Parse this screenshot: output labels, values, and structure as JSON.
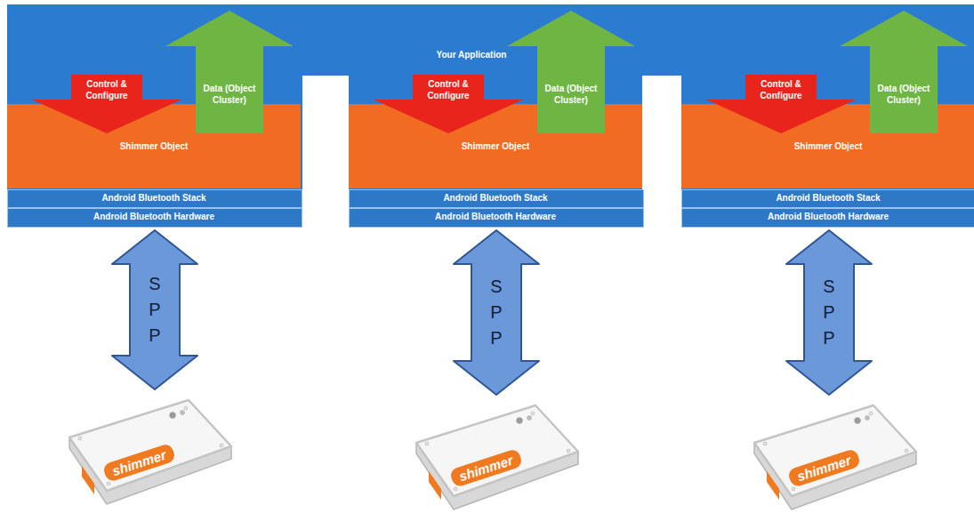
{
  "diagram": {
    "nodes": [
      {
        "text": [
          "Your Application"
        ]
      },
      {
        "text": [
          "Control & Configure"
        ],
        "in": 0
      },
      {
        "text": [
          "Data (Object Cluster)"
        ],
        "in": 0
      },
      {
        "text": [
          "Shimmer Object"
        ],
        "in": 0
      },
      {
        "text": [
          "Android Bluetooth Stack"
        ],
        "in": 0
      },
      {
        "text": [
          "Android Bluetooth Hardware"
        ],
        "in": 0
      },
      {
        "text": [
          "Control & Configure"
        ],
        "in": 0
      },
      {
        "text": [
          "Data (Object Cluster)"
        ],
        "in": 0
      },
      {
        "text": [
          "Shimmer Object"
        ],
        "in": 0
      },
      {
        "text": [
          "Android Bluetooth Stack"
        ],
        "in": 0
      },
      {
        "text": [
          "Android Bluetooth Hardware"
        ],
        "in": 0
      },
      {
        "text": [
          "Control & Configure"
        ],
        "in": 0
      },
      {
        "text": [
          "Data (Object Cluster)"
        ],
        "in": 0
      },
      {
        "text": [
          "Shimmer Object"
        ],
        "in": 0
      },
      {
        "text": [
          "Android Bluetooth Stack"
        ],
        "in": 0
      },
      {
        "text": [
          "Android Bluetooth Hardware"
        ],
        "in": 0
      },
      {
        "text": [
          "shimmer"
        ]
      },
      {
        "text": [
          "shimmer"
        ]
      },
      {
        "text": [
          "shimmer"
        ]
      }
    ],
    "edges": [
      {
        "from": 5,
        "to": 16,
        "arrow": "both",
        "label": "SPP"
      },
      {
        "from": 10,
        "to": 17,
        "arrow": "both",
        "label": "SPP"
      },
      {
        "from": 15,
        "to": 18,
        "arrow": "both",
        "label": "SPP"
      }
    ]
  }
}
